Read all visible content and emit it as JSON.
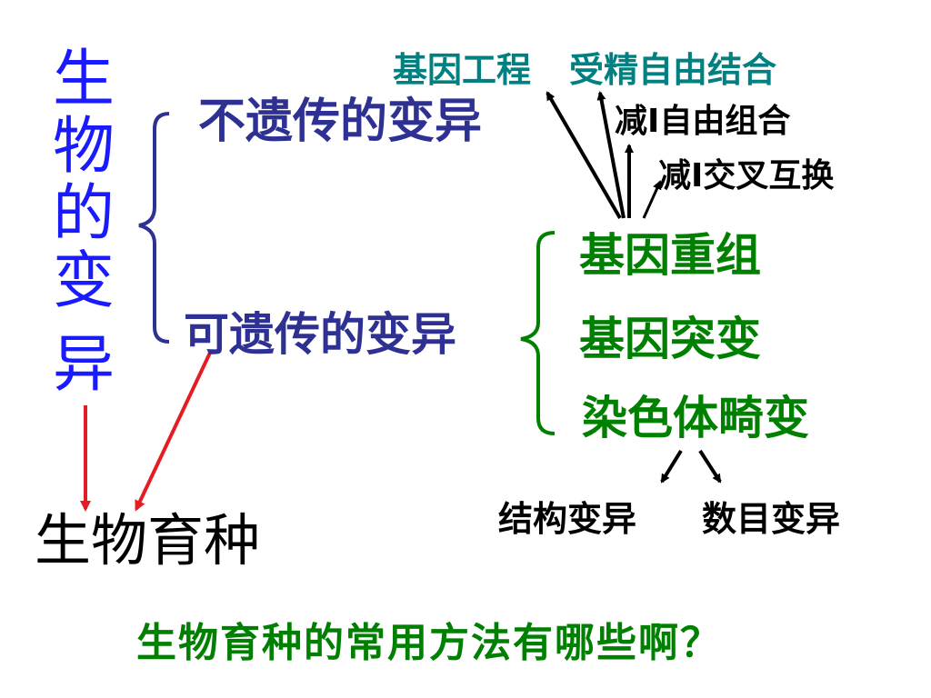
{
  "vertical_title": [
    "生",
    "物",
    "的",
    "变",
    "异"
  ],
  "branches": {
    "non_heritable": "不遗传的变异",
    "heritable": "可遗传的变异"
  },
  "heritable_types": {
    "recombination": "基因重组",
    "mutation": "基因突变",
    "chromosome": "染色体畸变"
  },
  "recombination_sources": {
    "engineering": "基因工程",
    "fertilization": "受精自由结合",
    "free_combination": "减Ⅰ自由组合",
    "crossing_over": "减Ⅰ交叉互换"
  },
  "chromosome_types": {
    "structural": "结构变异",
    "numerical": "数目变异"
  },
  "breeding": "生物育种",
  "question": "生物育种的常用方法有哪些啊？",
  "colors": {
    "title": "#1a1aff",
    "branch": "#2e3192",
    "green": "#008000",
    "teal": "#008080",
    "black": "#000000",
    "red_arrow": "#e51c23"
  }
}
